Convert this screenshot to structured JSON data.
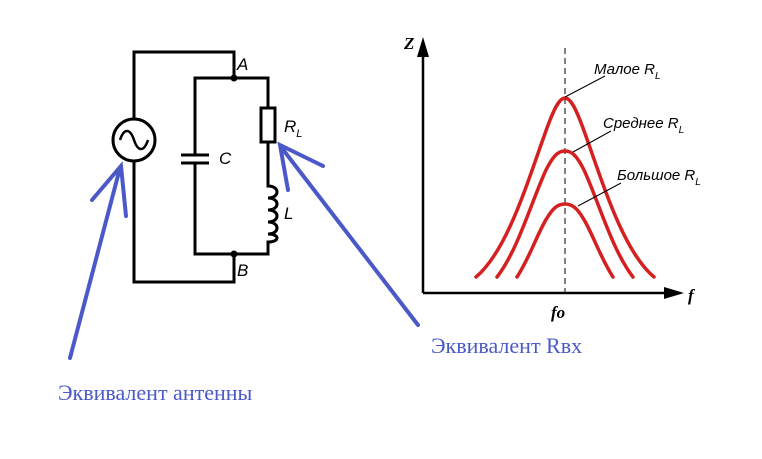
{
  "circuit": {
    "node_a": "A",
    "node_b": "B",
    "capacitor": "C",
    "inductor": "L",
    "resistor_main": "R",
    "resistor_sub": "L"
  },
  "graph": {
    "y_axis": "Z",
    "x_axis": "f",
    "center_tick": "fo",
    "curves": [
      {
        "label_main": "Малое R",
        "label_sub": "L"
      },
      {
        "label_main": "Среднее R",
        "label_sub": "L"
      },
      {
        "label_main": "Большое R",
        "label_sub": "L"
      }
    ]
  },
  "annotations": {
    "antenna": "Эквивалент антенны",
    "rbx": "Эквивалент Rвх"
  },
  "colors": {
    "curve": "#d42020",
    "annotation": "#4b59c8"
  }
}
